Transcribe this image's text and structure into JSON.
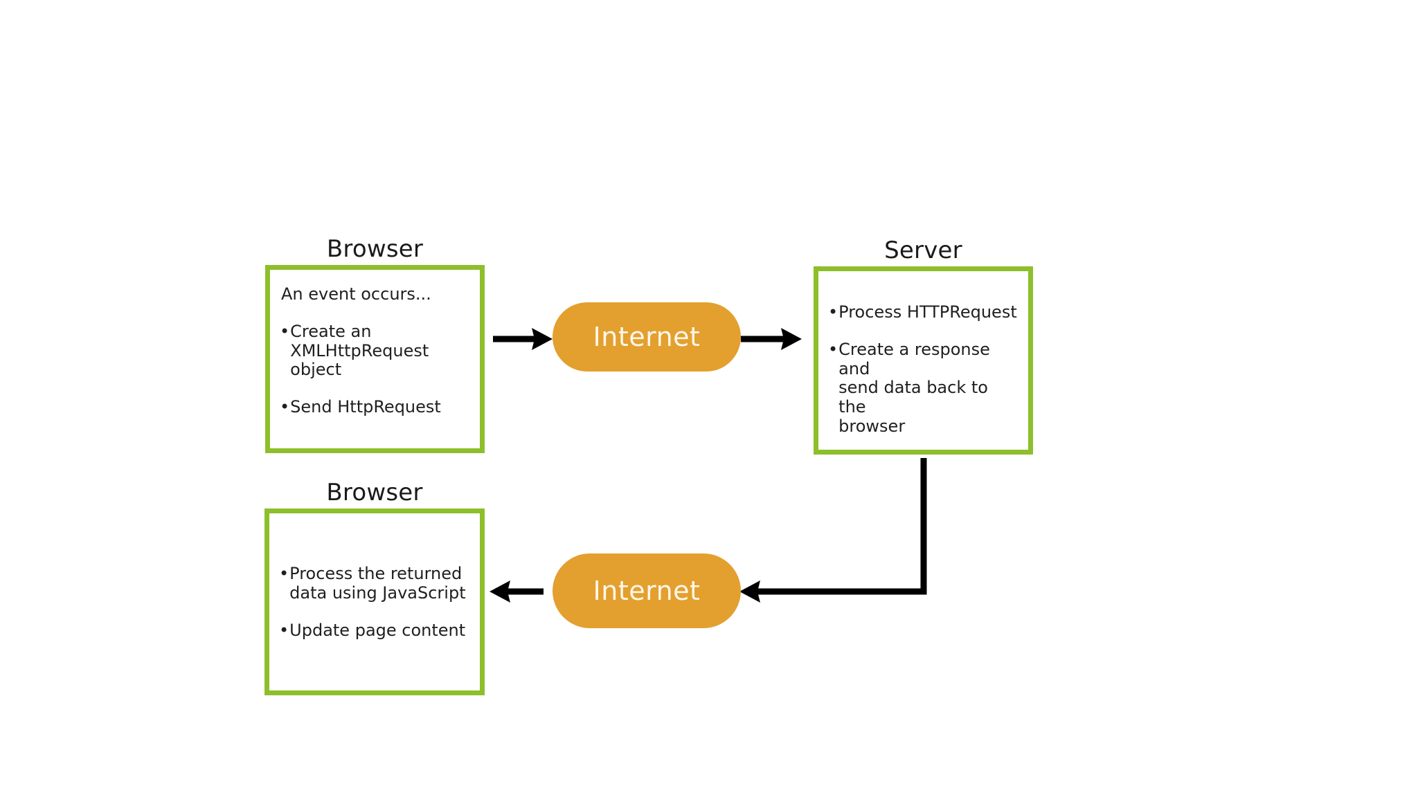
{
  "diagram": {
    "title_browser": "Browser",
    "title_server": "Server",
    "internet_label": "Internet",
    "colors": {
      "box_border_green": "#8DBF2B",
      "pill_orange": "#E3A02E",
      "pill_text": "#FDF6EA",
      "arrow_black": "#000000",
      "text_black": "#1F1F1F",
      "background": "#FFFFFF"
    },
    "nodes": {
      "browser_request": {
        "title": "Browser",
        "lines": [
          {
            "bullet": false,
            "text": "An event occurs..."
          },
          {
            "bullet": true,
            "text": "Create an\nXMLHttpRequest object"
          },
          {
            "bullet": true,
            "text": "Send HttpRequest"
          }
        ]
      },
      "server": {
        "title": "Server",
        "lines": [
          {
            "bullet": true,
            "text": "Process HTTPRequest"
          },
          {
            "bullet": true,
            "text": "Create a response and\nsend data back to the\nbrowser"
          }
        ]
      },
      "browser_response": {
        "title": "Browser",
        "lines": [
          {
            "bullet": true,
            "text": "Process the returned\ndata using JavaScript"
          },
          {
            "bullet": true,
            "text": "Update page content"
          }
        ]
      },
      "internet_top": {
        "label": "Internet"
      },
      "internet_bottom": {
        "label": "Internet"
      }
    },
    "bullet_glyph": "•",
    "flow": [
      {
        "from": "browser_request",
        "to": "internet_top",
        "direction": "right"
      },
      {
        "from": "internet_top",
        "to": "server",
        "direction": "right"
      },
      {
        "from": "server",
        "to": "internet_bottom",
        "direction": "down-left"
      },
      {
        "from": "internet_bottom",
        "to": "browser_response",
        "direction": "left"
      }
    ]
  }
}
